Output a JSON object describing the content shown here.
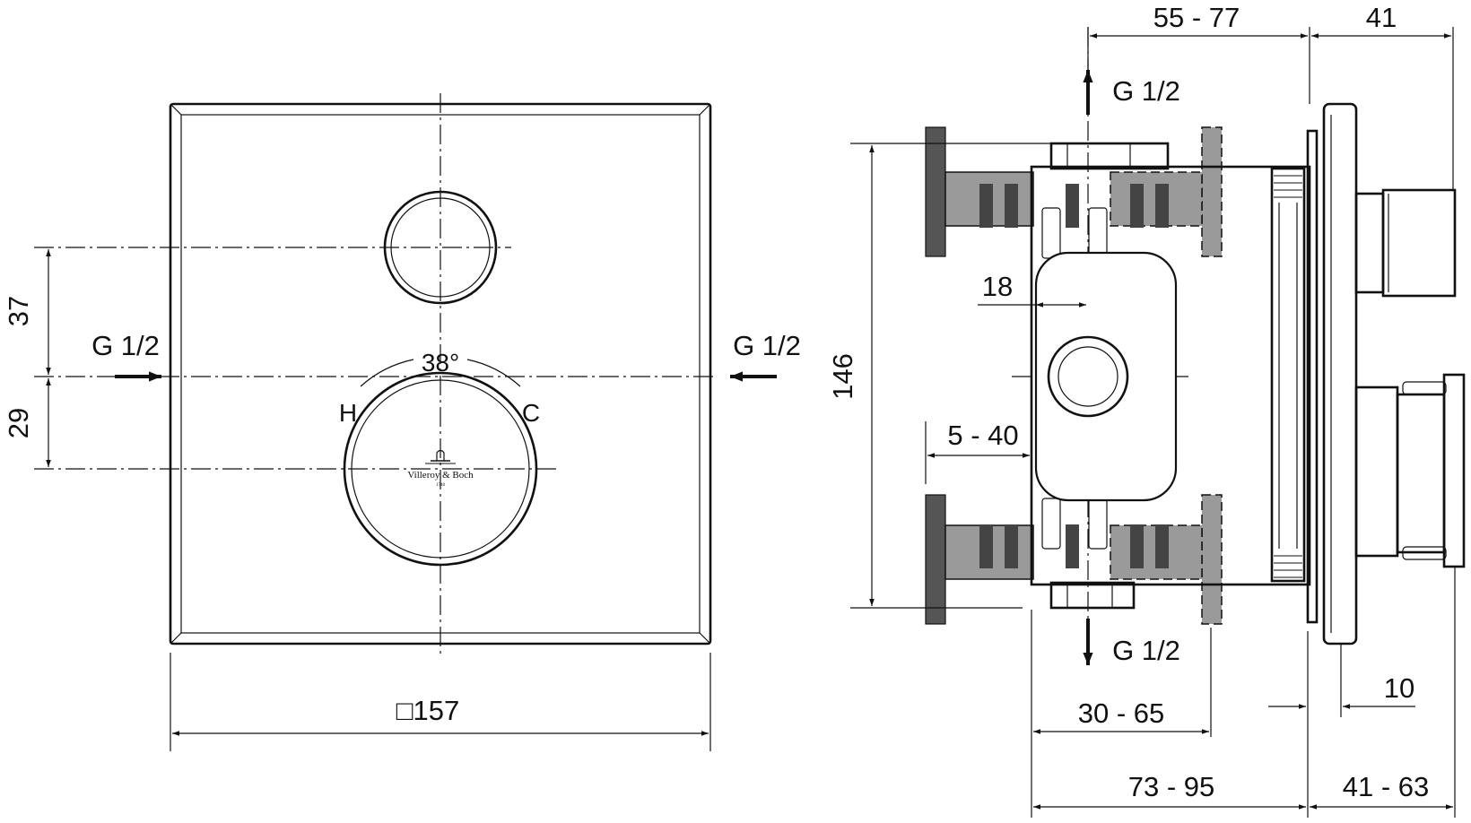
{
  "front_view": {
    "width_label": "□157",
    "inlet_left_label": "G 1/2",
    "inlet_right_label": "G 1/2",
    "dim_upper_label": "37",
    "dim_lower_label": "29",
    "rotation_label": "38°",
    "hot_label": "H",
    "cold_label": "C",
    "logo_text": "Villeroy & Boch",
    "logo_year": "1748"
  },
  "side_view": {
    "outlet_top_label": "G 1/2",
    "outlet_bottom_label": "G 1/2",
    "dim_top_left_label": "55 - 77",
    "dim_top_right_label": "41",
    "dim_height_label": "146",
    "dim_18_label": "18",
    "dim_5_40_label": "5 - 40",
    "dim_30_65_label": "30 - 65",
    "dim_10_label": "10",
    "dim_73_95_label": "73 - 95",
    "dim_41_63_label": "41 - 63"
  }
}
